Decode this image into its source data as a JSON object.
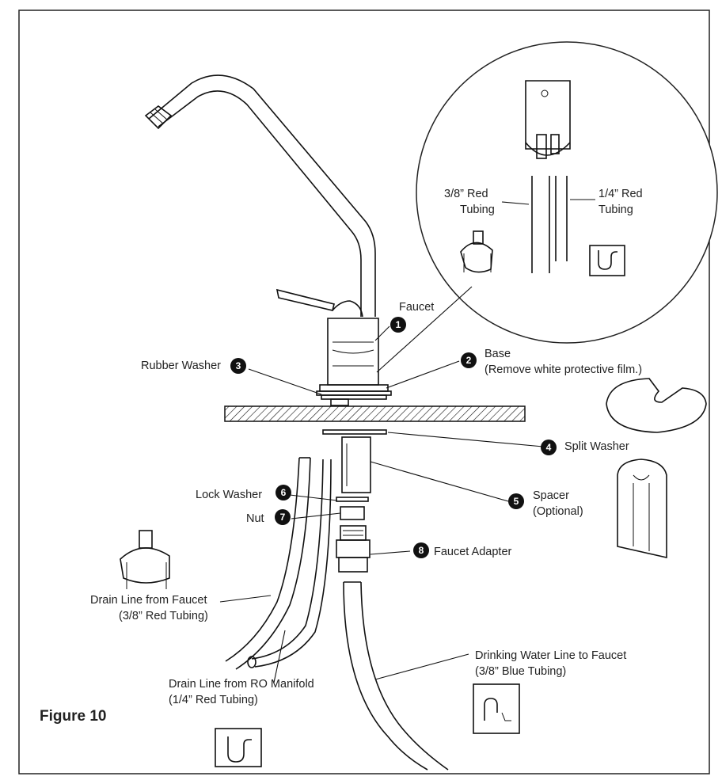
{
  "figure_title": "Figure 10",
  "callouts": [
    {
      "num": "1",
      "label": "Faucet"
    },
    {
      "num": "2",
      "label": "Base",
      "sub": "(Remove white protective film.)"
    },
    {
      "num": "3",
      "label": "Rubber Washer"
    },
    {
      "num": "4",
      "label": "Split Washer"
    },
    {
      "num": "5",
      "label": "Spacer",
      "sub": "(Optional)"
    },
    {
      "num": "6",
      "label": "Lock Washer"
    },
    {
      "num": "7",
      "label": "Nut"
    },
    {
      "num": "8",
      "label": "Faucet Adapter"
    }
  ],
  "inset": {
    "left_line1": "3/8” Red",
    "left_line2": "Tubing",
    "right_line1": "1/4” Red",
    "right_line2": "Tubing"
  },
  "drain_faucet": {
    "line1": "Drain Line from Faucet",
    "line2": "(3/8” Red Tubing)"
  },
  "drain_ro": {
    "line1": "Drain Line from RO Manifold",
    "line2": "(1/4” Red Tubing)"
  },
  "drinking": {
    "line1": "Drinking Water Line to Faucet",
    "line2": "(3/8” Blue Tubing)"
  },
  "icons": [
    "faucet-icon",
    "drain-trap-icon",
    "drain-saddle-clamp-icon",
    "split-washer-icon",
    "spacer-icon"
  ]
}
